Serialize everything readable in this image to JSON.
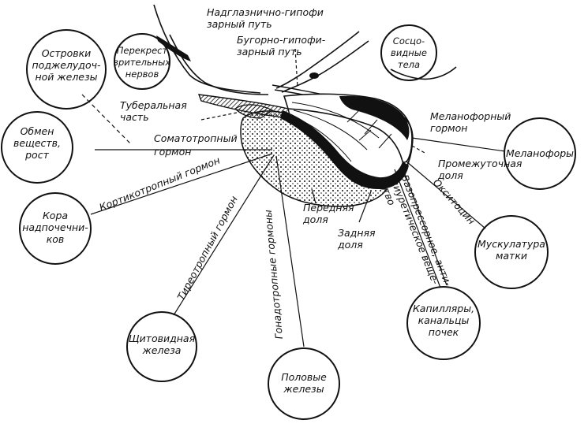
{
  "targets": [
    {
      "id": "islets",
      "lines": [
        "Островки",
        "поджелудоч-",
        "ной железы"
      ]
    },
    {
      "id": "metabolism",
      "lines": [
        "Обмен",
        "веществ,",
        "рост"
      ]
    },
    {
      "id": "adrenal",
      "lines": [
        "Кора",
        "надпочечни-",
        "ков"
      ]
    },
    {
      "id": "thyroid",
      "lines": [
        "Щитовидная",
        "железа"
      ]
    },
    {
      "id": "gonads",
      "lines": [
        "Половые",
        "железы"
      ]
    },
    {
      "id": "kidney",
      "lines": [
        "Капилляры,",
        "канальцы",
        "почек"
      ]
    },
    {
      "id": "uterus",
      "lines": [
        "Мускулатура",
        "матки"
      ]
    },
    {
      "id": "melanophores",
      "lines": [
        "Меланофоры"
      ]
    },
    {
      "id": "chiasm",
      "lines": [
        "Перекрест",
        "зрительных",
        "нервов"
      ]
    },
    {
      "id": "mammillary",
      "lines": [
        "Сосцо-",
        "видные",
        "тела"
      ]
    }
  ],
  "labels": {
    "supraoptic": [
      "Надглазнично-гипофи",
      "зарный путь"
    ],
    "tuberohypophyseal": [
      "Бугорно-гипофи-",
      "зарный путь"
    ],
    "tuberal": [
      "Туберальная",
      "часть"
    ],
    "somatotropic": [
      "Соматотропный",
      "гормон"
    ],
    "corticotropic": "Кортикотропный гормон",
    "thyrotropic": "Тиреотропный гормон",
    "gonadotropic": "Гонадотропные гормоны",
    "anterior": [
      "Передняя",
      "доля"
    ],
    "posterior": [
      "Задняя",
      "доля"
    ],
    "intermediate": [
      "Промежуточная",
      "доля"
    ],
    "melanophore_hormone": [
      "Меланофорный",
      "гормон"
    ],
    "oxytocin": "Окситоцин",
    "vasopressor": [
      "Вазопрессорное, анти-",
      "диуретическое веще-",
      "ство"
    ]
  },
  "colors": {
    "ink": "#111111",
    "paper": "#ffffff"
  }
}
